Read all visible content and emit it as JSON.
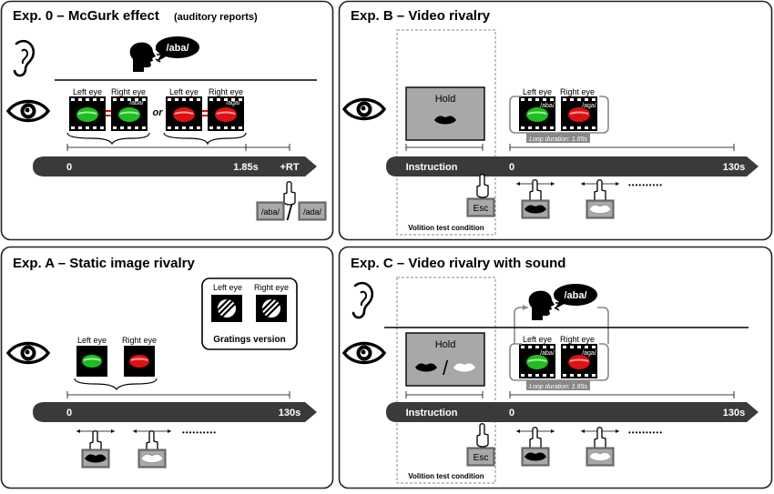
{
  "panels": {
    "exp0": {
      "title": "Exp. 0 –  McGurk effect",
      "subtitle": "(auditory reports)",
      "speech": "/aba/",
      "left_eye": "Left eye",
      "right_eye": "Right eye",
      "or": "or",
      "lbl_aba": "/aba/",
      "lbl_aga": "/aga/",
      "t0": "0",
      "t1": "1.85s",
      "t2": "+RT",
      "resp_a": "/aba/",
      "resp_sep": "/",
      "resp_b": "/ada/"
    },
    "expB": {
      "title": "Exp. B – Video rivalry",
      "hold": "Hold",
      "left_eye": "Left eye",
      "right_eye": "Right eye",
      "lbl_aba": "/aba/",
      "lbl_aga": "/aga/",
      "loop": "Loop duration: 1.65s",
      "instruction": "Instruction",
      "t0": "0",
      "tend": "130s",
      "esc": "Esc",
      "volition": "Volition test condition",
      "dots": "••••••••••"
    },
    "expA": {
      "title": "Exp. A – Static image rivalry",
      "left_eye": "Left eye",
      "right_eye": "Right eye",
      "g_left": "Left eye",
      "g_right": "Right eye",
      "gratings": "Gratings version",
      "t0": "0",
      "tend": "130s",
      "dots": "••••••••••"
    },
    "expC": {
      "title": "Exp. C – Video rivalry with sound",
      "speech": "/aba/",
      "hold": "Hold",
      "slash": "/",
      "left_eye": "Left eye",
      "right_eye": "Right eye",
      "lbl_aba": "/aba/",
      "lbl_aga": "/aga/",
      "loop": "Loop duration: 1.65s",
      "instruction": "Instruction",
      "t0": "0",
      "tend": "130s",
      "esc": "Esc",
      "volition": "Volition test condition",
      "dots": "••••••••••"
    }
  },
  "colors": {
    "panel_border": "#222222",
    "axis": "#3a3a3a",
    "green_lips": "#22bb22",
    "red_lips": "#dd1111",
    "hold_bg": "#a8a8a8"
  }
}
